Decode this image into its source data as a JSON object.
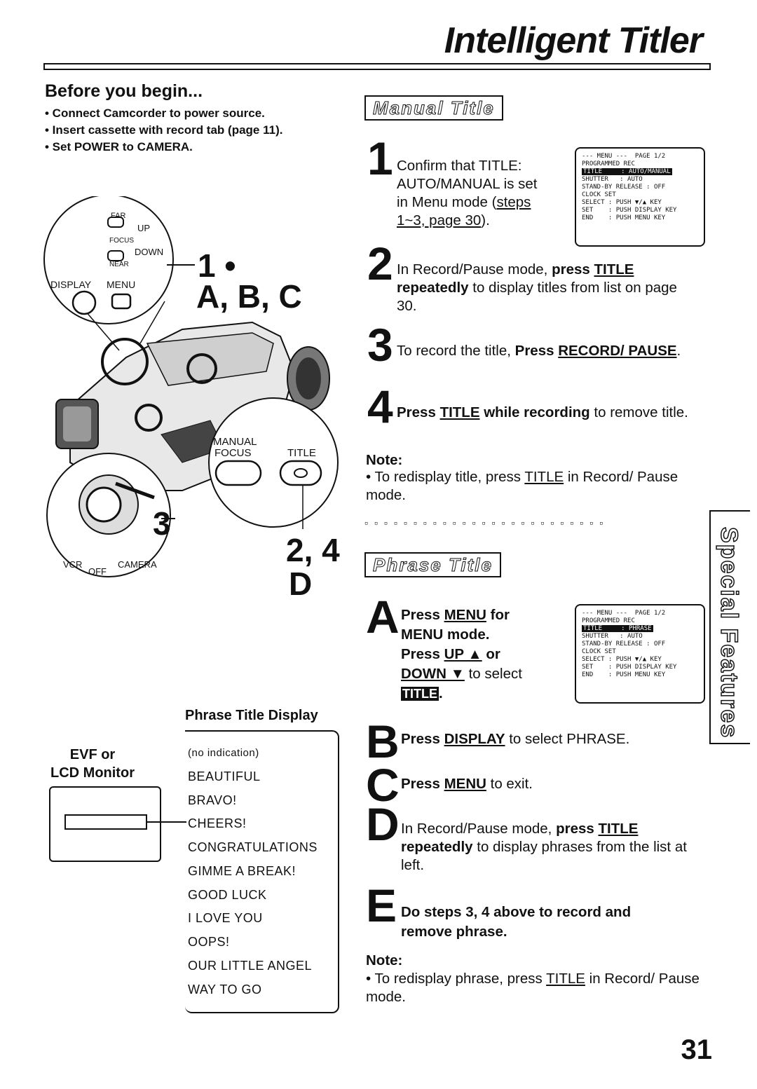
{
  "page": {
    "title": "Intelligent Titler",
    "page_number": "31",
    "side_tab": "Special Features"
  },
  "before": {
    "heading": "Before you begin...",
    "items": [
      "• Connect Camcorder to power source.",
      "• Insert cassette with record tab (page 11).",
      "• Set POWER to CAMERA."
    ]
  },
  "camera": {
    "far": "FAR",
    "up": "UP",
    "focus": "FOCUS",
    "down": "DOWN",
    "near": "NEAR",
    "display": "DISPLAY",
    "menu": "MENU",
    "manual_focus_1": "MANUAL",
    "manual_focus_2": "FOCUS",
    "title": "TITLE",
    "vcr": "VCR",
    "off": "OFF",
    "camera": "CAMERA",
    "callout_1": "1 •",
    "callout_abc": "A, B, C",
    "callout_3": "3",
    "callout_24": "2, 4",
    "callout_d": "D"
  },
  "manual": {
    "heading": "Manual Title",
    "steps": [
      {
        "n": "1",
        "parts": [
          "Confirm that TITLE:",
          "AUTO/MANUAL is set",
          "in Menu mode (",
          "steps",
          "1~3, page 30",
          ")."
        ]
      },
      {
        "n": "2",
        "pre": "In Record/Pause mode, ",
        "bold": "press ",
        "u": "TITLE",
        "bold2": "repeatedly",
        "post": " to display titles from list on page 30."
      },
      {
        "n": "3",
        "pre": "To record the title, ",
        "bold": "Press ",
        "u": "RECORD/ PAUSE",
        "post": "."
      },
      {
        "n": "4",
        "bold": "Press ",
        "u": "TITLE",
        "bold2": " while recording",
        "post": " to remove title."
      }
    ],
    "note_label": "Note:",
    "note": {
      "pre": "• To redisplay title, press ",
      "u": "TITLE",
      "post": " in Record/ Pause mode."
    },
    "menu1": [
      "--- MENU ---  PAGE 1/2",
      "PROGRAMMED REC",
      "TITLE     : AUTO/MANUAL",
      "SHUTTER   : AUTO",
      "STAND-BY RELEASE : OFF",
      "CLOCK SET",
      "SELECT : PUSH ▼/▲ KEY",
      "SET    : PUSH DISPLAY KEY",
      "END    : PUSH MENU KEY"
    ]
  },
  "phrase": {
    "heading": "Phrase Title",
    "stepA": {
      "n": "A",
      "l1b": "Press ",
      "l1u": "MENU",
      "l1b2": " for",
      "l2": "MENU mode.",
      "l3b": "Press ",
      "l3u": "UP ▲",
      "l3b2": " or",
      "l4u": "DOWN ▼",
      "l4": " to select",
      "l5": "TITLE"
    },
    "stepB": {
      "n": "B",
      "b": "Press ",
      "u": "DISPLAY",
      "post": " to select PHRASE."
    },
    "stepC": {
      "n": "C",
      "b": "Press ",
      "u": "MENU",
      "post": " to exit."
    },
    "stepD": {
      "n": "D",
      "pre": "In Record/Pause mode, ",
      "b": "press ",
      "u": "TITLE",
      "b2": "repeatedly",
      "post": " to display phrases from the list at left."
    },
    "stepE": {
      "n": "E",
      "b": "Do steps 3, 4 above to record and remove phrase."
    },
    "note_label": "Note:",
    "note": {
      "pre": "• To redisplay phrase, press ",
      "u": "TITLE",
      "post": " in Record/ Pause mode."
    },
    "menu2": [
      "--- MENU ---  PAGE 1/2",
      "PROGRAMMED REC",
      "TITLE     : PHRASE",
      "SHUTTER   : AUTO",
      "STAND-BY RELEASE : OFF",
      "CLOCK SET",
      "SELECT : PUSH ▼/▲ KEY",
      "SET    : PUSH DISPLAY KEY",
      "END    : PUSH MENU KEY"
    ]
  },
  "display": {
    "heading": "Phrase Title Display",
    "evf_1": "EVF or",
    "evf_2": "LCD Monitor",
    "list": [
      "(no indication)",
      "BEAUTIFUL",
      "BRAVO!",
      "CHEERS!",
      "CONGRATULATIONS",
      "GIMME A BREAK!",
      "GOOD LUCK",
      "I LOVE YOU",
      "OOPS!",
      "OUR LITTLE ANGEL",
      "WAY TO GO"
    ]
  }
}
